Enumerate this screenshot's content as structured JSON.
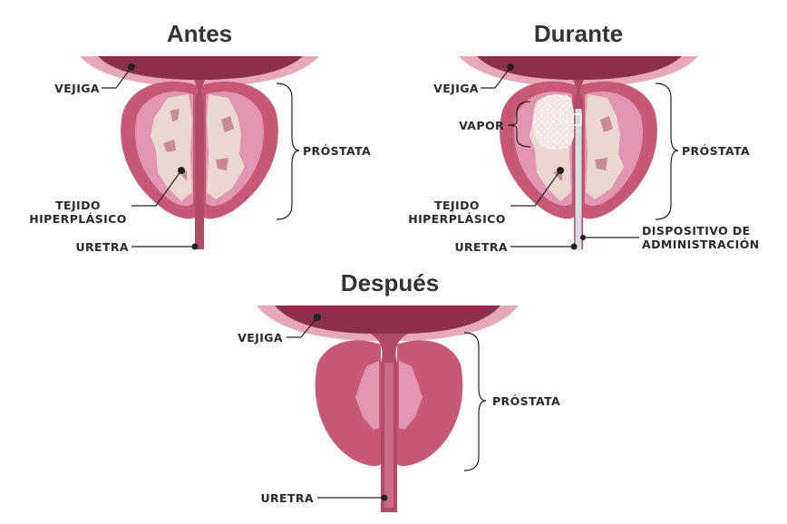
{
  "panels": {
    "before": {
      "title": "Antes",
      "labels": {
        "bladder": "VEJIGA",
        "prostate": "PRÓSTATA",
        "tissue_1": "TEJIDO",
        "tissue_2": "HIPERPLÁSICO",
        "urethra": "URETRA"
      }
    },
    "during": {
      "title": "Durante",
      "labels": {
        "bladder": "VEJIGA",
        "vapor": "VAPOR",
        "prostate": "PRÓSTATA",
        "tissue_1": "TEJIDO",
        "tissue_2": "HIPERPLÁSICO",
        "urethra": "URETRA",
        "device_1": "DISPOSITIVO DE",
        "device_2": "ADMINISTRACIÓN"
      }
    },
    "after": {
      "title": "Después",
      "labels": {
        "bladder": "VEJIGA",
        "prostate": "PRÓSTATA",
        "urethra": "URETRA"
      }
    }
  },
  "colors": {
    "bladder": "#8c2f4a",
    "bladder_wall": "#e7a9b7",
    "prostate_outer": "#c75876",
    "prostate_inner": "#e295b0",
    "hyperplastic_tissue": "#ead7cf",
    "urethra": "#b14b67",
    "device": "#d9dcde",
    "leader_line": "#222222"
  }
}
